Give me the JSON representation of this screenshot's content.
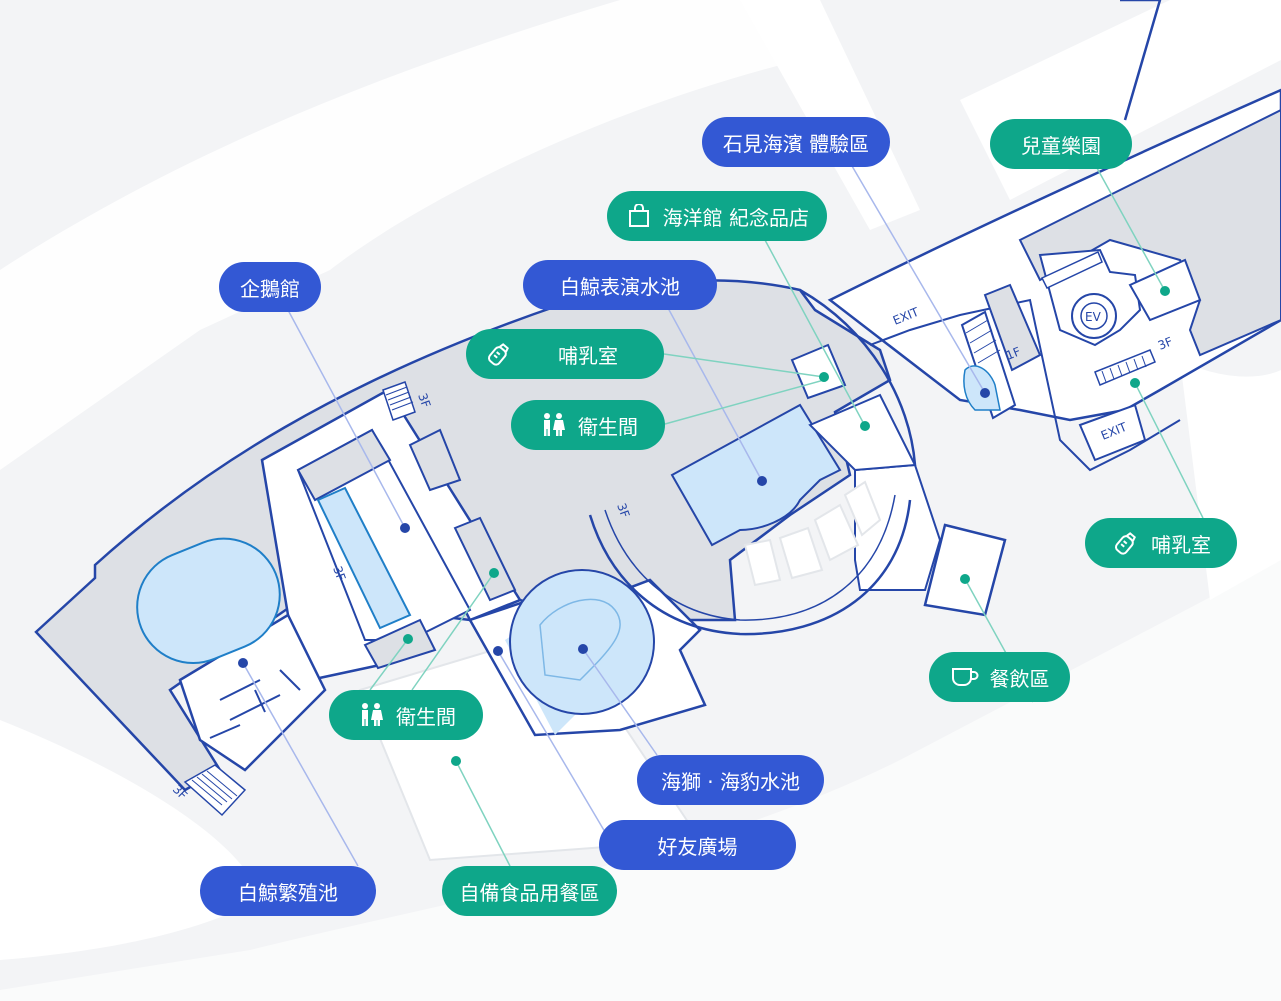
{
  "colors": {
    "wall": "#2546a8",
    "floor": "#ffffff",
    "zone": "#dde0e5",
    "water": "#cde6fa",
    "ground": "#f3f4f6",
    "road": "#ffffff",
    "blue_tag": "#3358d4",
    "green_tag": "#0ea78a",
    "leader_blue": "#a8b8ec",
    "leader_green": "#7fd3c0"
  },
  "labels": {
    "shiwei": "石見海濱 體驗區",
    "kids": "兒童樂園",
    "shop": "海洋館 紀念品店",
    "whale_show": "白鯨表演水池",
    "penguin": "企鵝館",
    "nursing_a": "哺乳室",
    "restroom_a": "衛生間",
    "nursing_b": "哺乳室",
    "dining": "餐飲區",
    "restroom_b": "衛生間",
    "sealion": "海獅 · 海豹水池",
    "friend_plaza": "好友廣場",
    "whale_breed": "白鯨繁殖池",
    "picnic": "自備食品用餐區"
  },
  "icons": {
    "shop": "shopping-bag-icon",
    "nursing": "baby-bottle-icon",
    "restroom": "restroom-icon",
    "dining": "coffee-cup-icon"
  },
  "floor_marks": {
    "f3_a": "3F",
    "f3_b": "3F",
    "f3_c": "3F",
    "f3_d": "3F",
    "f3_e": "3F",
    "f1": "1F",
    "ev": "EV",
    "exit_a": "EXIT",
    "exit_b": "EXIT"
  }
}
